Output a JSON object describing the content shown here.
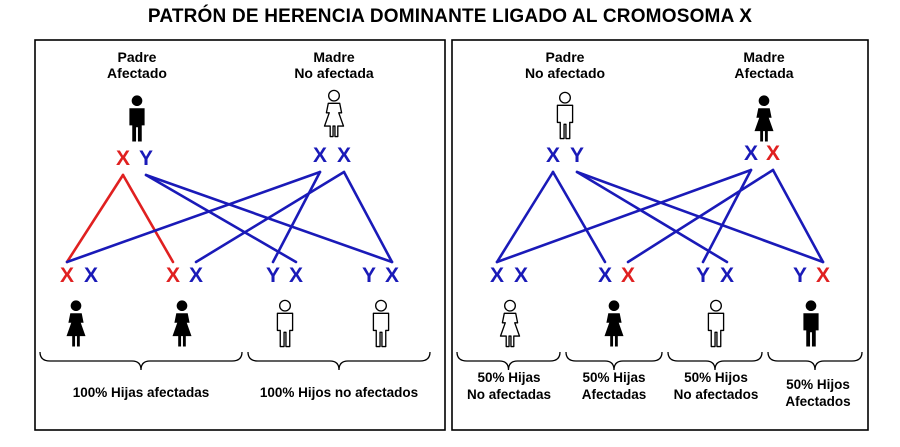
{
  "title": "PATRÓN DE HERENCIA DOMINANTE LIGADO AL CROMOSOMA X",
  "colors": {
    "affected_x": "#e02020",
    "normal": "#1a1ab8",
    "line_blue": "#1a1ab8",
    "line_red": "#e02020"
  },
  "panels": [
    {
      "id": "left",
      "parents": [
        {
          "name": "father",
          "label_lines": [
            "Padre",
            "Afectado"
          ],
          "sex": "male",
          "affected": true,
          "chromosomes": [
            {
              "text": "X",
              "color": "red"
            },
            {
              "text": "Y",
              "color": "blue"
            }
          ]
        },
        {
          "name": "mother",
          "label_lines": [
            "Madre",
            "No afectada"
          ],
          "sex": "female",
          "affected": false,
          "chromosomes": [
            {
              "text": "X",
              "color": "blue"
            },
            {
              "text": "X",
              "color": "blue"
            }
          ]
        }
      ],
      "children": [
        {
          "sex": "female",
          "affected": true,
          "chromosomes": [
            {
              "text": "X",
              "color": "red"
            },
            {
              "text": "X",
              "color": "blue"
            }
          ]
        },
        {
          "sex": "female",
          "affected": true,
          "chromosomes": [
            {
              "text": "X",
              "color": "red"
            },
            {
              "text": "X",
              "color": "blue"
            }
          ]
        },
        {
          "sex": "male",
          "affected": false,
          "chromosomes": [
            {
              "text": "Y",
              "color": "blue"
            },
            {
              "text": "X",
              "color": "blue"
            }
          ]
        },
        {
          "sex": "male",
          "affected": false,
          "chromosomes": [
            {
              "text": "Y",
              "color": "blue"
            },
            {
              "text": "X",
              "color": "blue"
            }
          ]
        }
      ],
      "summaries": [
        {
          "lines": [
            "100% Hijas afectadas"
          ]
        },
        {
          "lines": [
            "100% Hijos no afectados"
          ]
        }
      ]
    },
    {
      "id": "right",
      "parents": [
        {
          "name": "father",
          "label_lines": [
            "Padre",
            "No afectado"
          ],
          "sex": "male",
          "affected": false,
          "chromosomes": [
            {
              "text": "X",
              "color": "blue"
            },
            {
              "text": "Y",
              "color": "blue"
            }
          ]
        },
        {
          "name": "mother",
          "label_lines": [
            "Madre",
            "Afectada"
          ],
          "sex": "female",
          "affected": true,
          "chromosomes": [
            {
              "text": "X",
              "color": "blue"
            },
            {
              "text": "X",
              "color": "red"
            }
          ]
        }
      ],
      "children": [
        {
          "sex": "female",
          "affected": false,
          "chromosomes": [
            {
              "text": "X",
              "color": "blue"
            },
            {
              "text": "X",
              "color": "blue"
            }
          ]
        },
        {
          "sex": "female",
          "affected": true,
          "chromosomes": [
            {
              "text": "X",
              "color": "blue"
            },
            {
              "text": "X",
              "color": "red"
            }
          ]
        },
        {
          "sex": "male",
          "affected": false,
          "chromosomes": [
            {
              "text": "Y",
              "color": "blue"
            },
            {
              "text": "X",
              "color": "blue"
            }
          ]
        },
        {
          "sex": "male",
          "affected": true,
          "chromosomes": [
            {
              "text": "Y",
              "color": "blue"
            },
            {
              "text": "X",
              "color": "red"
            }
          ]
        }
      ],
      "summaries": [
        {
          "lines": [
            "50% Hijas",
            "No afectadas"
          ]
        },
        {
          "lines": [
            "50% Hijas",
            "Afectadas"
          ]
        },
        {
          "lines": [
            "50% Hijos",
            "No afectados"
          ]
        },
        {
          "lines": [
            "50% Hijos",
            "Afectados"
          ]
        }
      ]
    }
  ]
}
